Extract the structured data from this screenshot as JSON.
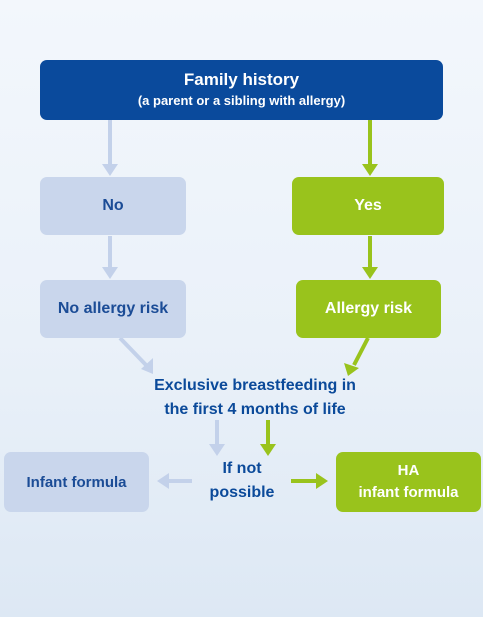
{
  "family_history": {
    "title": "Family history",
    "subtitle": "(a parent or a sibling with allergy)"
  },
  "no_branch": {
    "label": "No",
    "risk": "No allergy risk"
  },
  "yes_branch": {
    "label": "Yes",
    "risk": "Allergy risk"
  },
  "breastfeeding": {
    "line1": "Exclusive breastfeeding in",
    "line2": "the first 4 months of life"
  },
  "if_not": {
    "line1": "If not",
    "line2": "possible"
  },
  "outcomes": {
    "infant_formula": "Infant formula",
    "ha_line1": "HA",
    "ha_line2": "infant formula"
  },
  "colors": {
    "dark_blue": "#0a4a9c",
    "light_blue": "#c9d6ec",
    "green": "#99c31c",
    "text_blue": "#0b4a9a"
  }
}
